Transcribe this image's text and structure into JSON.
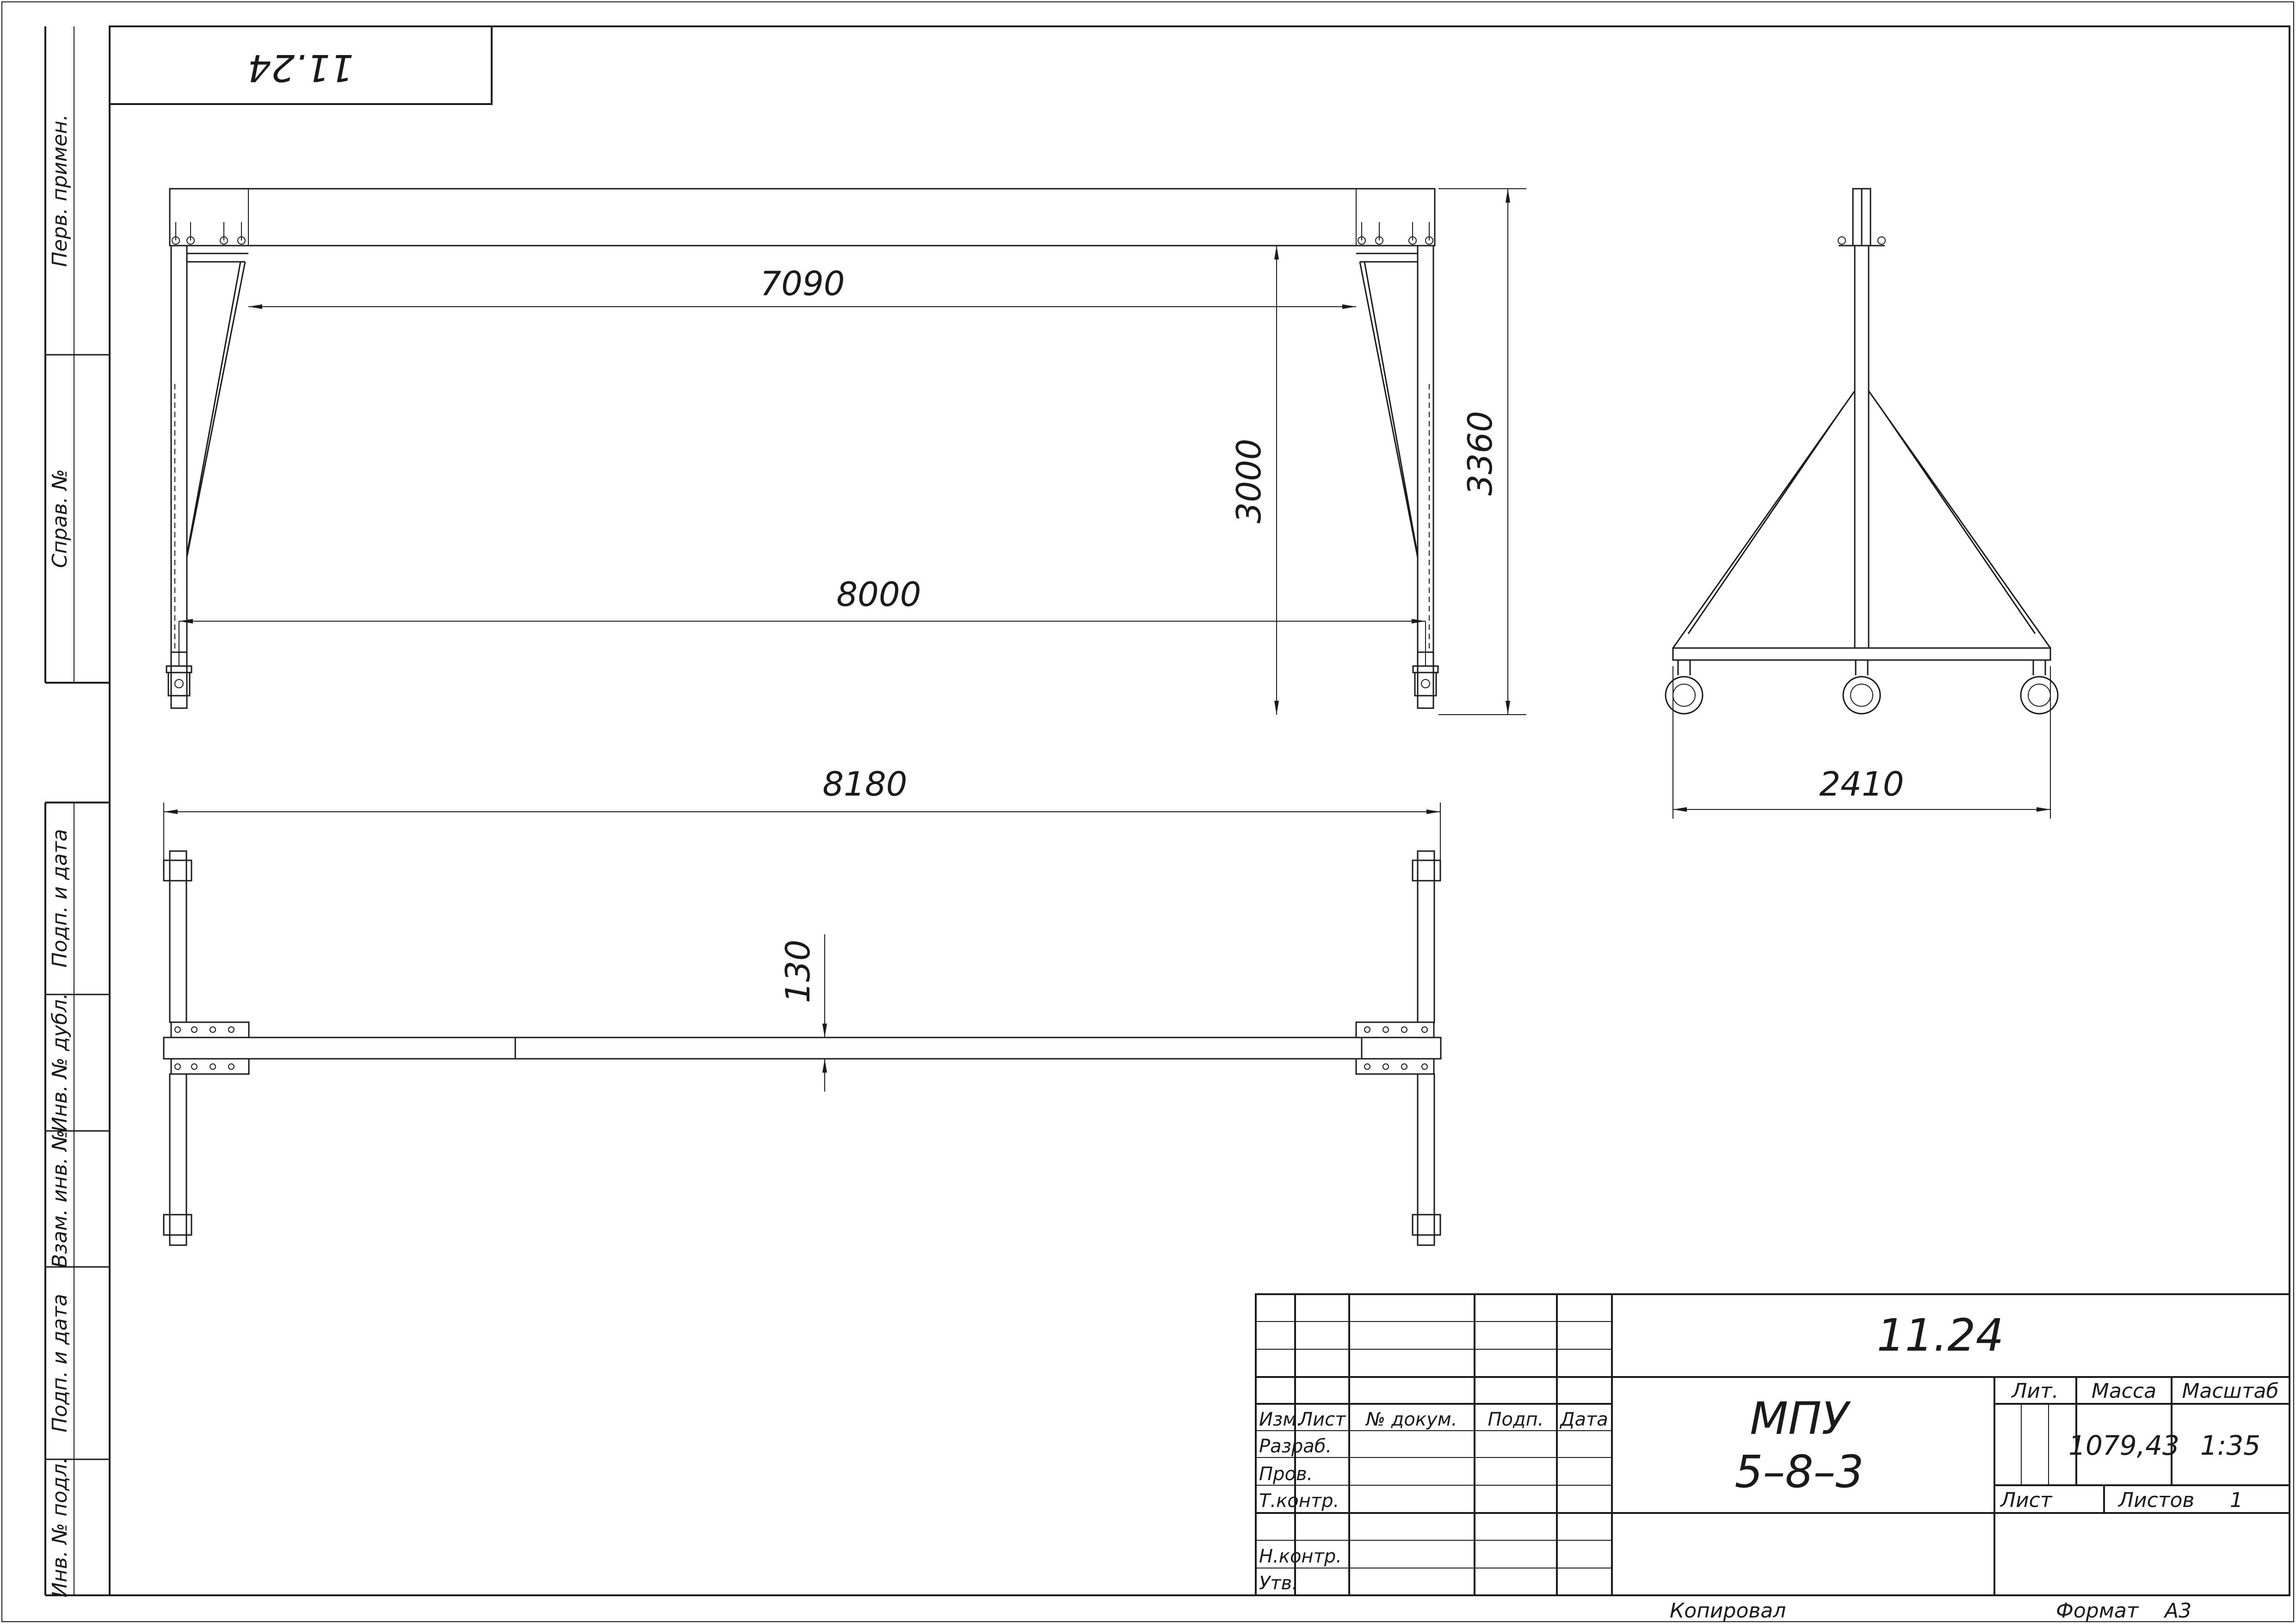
{
  "drawing_code": "11.24",
  "drawing_code_rotated": "11.24",
  "dimensions": {
    "inner_span": "7090",
    "rail_span": "8000",
    "height_clear": "3000",
    "height_total": "3360",
    "overall_length": "8180",
    "beam_width": "130",
    "base_width": "2410"
  },
  "side_stamp": {
    "perv_primen": "Перв. примен.",
    "sprav_no": "Справ. №",
    "podp_data_1": "Подп. и дата",
    "inv_dubl": "Инв. № дубл.",
    "vzam_inv": "Взам. инв. №",
    "podp_data_2": "Подп. и дата",
    "inv_podl": "Инв. № подл."
  },
  "title_block": {
    "code": "11.24",
    "name_line1": "МПУ",
    "name_line2": "5–8–3",
    "headers": {
      "izm": "Изм.",
      "list": "Лист",
      "doc_no": "№ докум.",
      "podp": "Подп.",
      "data": "Дата"
    },
    "roles": {
      "razrab": "Разраб.",
      "prov": "Пров.",
      "t_kontr": "Т.контр.",
      "n_kontr": "Н.контр.",
      "utv": "Утв."
    },
    "lit_label": "Лит.",
    "massa_label": "Масса",
    "masshtab_label": "Масштаб",
    "massa_value": "1079,43",
    "masshtab_value": "1:35",
    "list_label": "Лист",
    "listov_label": "Листов",
    "listov_value": "1"
  },
  "footer": {
    "kopiroval": "Копировал",
    "format_label": "Формат",
    "format_value": "А3"
  }
}
